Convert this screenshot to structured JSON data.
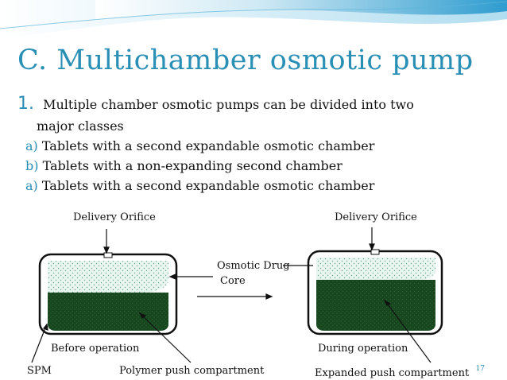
{
  "slide": {
    "title": "C. Multichamber osmotic pump",
    "point1": {
      "number": "1.",
      "text": "Multiple chamber osmotic pumps can be divided into two",
      "cont": "major classes"
    },
    "items": [
      {
        "marker": "a)",
        "text": "Tablets with a second expandable osmotic chamber"
      },
      {
        "marker": "b)",
        "text": "Tablets with a non-expanding second chamber"
      },
      {
        "marker": "a)",
        "text": "Tablets with a second expandable osmotic chamber"
      }
    ],
    "page_number": "17"
  },
  "diagram": {
    "delivery_orifice_left": "Delivery Orifice",
    "delivery_orifice_right": "Delivery Orifice",
    "osmotic_drug_line1": "Osmotic Drug",
    "osmotic_drug_line2": "Core",
    "before_operation": "Before operation",
    "during_operation": "During operation",
    "spm": "SPM",
    "polymer_push": "Polymer push compartment",
    "expanded_push": "Expanded push compartment"
  },
  "colors": {
    "accent": "#2a8fb5",
    "drug_core": "#e8f5f0",
    "push_compartment": "#17461f"
  }
}
